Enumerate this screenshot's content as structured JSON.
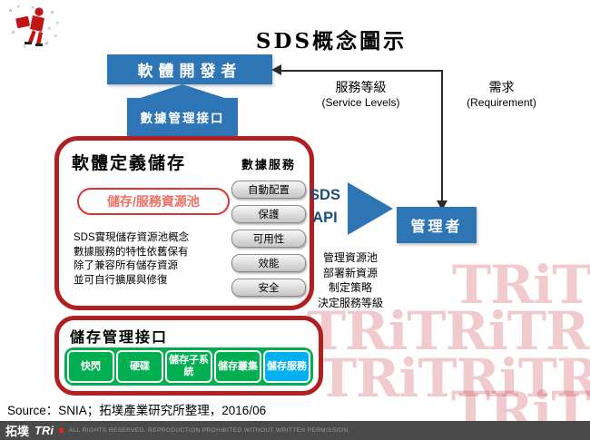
{
  "title": "SDS概念圖示",
  "nodes": {
    "developer": "軟體開發者",
    "manager": "管理者",
    "data_mgmt_interface": "數據管理接口",
    "sds_api": {
      "line1": "SDS",
      "line2": "API"
    }
  },
  "connectors": {
    "service_levels_zh": "服務等級",
    "service_levels_en": "(Service Levels)",
    "requirement_zh": "需求",
    "requirement_en": "(Requirement)"
  },
  "sds_box": {
    "title": "軟體定義儲存",
    "pool_label": "儲存/服務資源池",
    "description_lines": [
      "SDS實現儲存資源池概念",
      "數據服務的特性依舊保有",
      "除了兼容所有儲存資源",
      "並可自行擴展與修復"
    ],
    "data_services_title": "數據服務",
    "service_buttons": [
      "自動配置",
      "保護",
      "可用性",
      "效能",
      "安全"
    ]
  },
  "manager_tasks": [
    "管理資源池",
    "部署新資源",
    "制定策略",
    "決定服務等級"
  ],
  "storage_box": {
    "title": "儲存管理接口",
    "items": [
      {
        "label": "快閃",
        "color": "#00B050"
      },
      {
        "label": "硬碟",
        "color": "#00B050"
      },
      {
        "label": "儲存子系統",
        "color": "#00B050"
      },
      {
        "label": "儲存叢集",
        "color": "#00B050"
      },
      {
        "label": "儲存服務",
        "color": "#00B0F0"
      }
    ]
  },
  "source": "Source：SNIA；拓墣產業研究所整理，2016/06",
  "footer": {
    "logo_zh": "拓墣",
    "logo_tri": "TRi",
    "rights": "ALL RIGHTS RESERVED. REPRODUCTION PROHIBITED WITHOUT WRITTEN PERMISSION."
  },
  "watermark": {
    "rows": [
      "TRiTRi",
      "TRiTRiTRiT",
      "TRiTRiTRiT",
      "TRiTRi"
    ]
  },
  "colors": {
    "node_blue": "#2E75B6",
    "api_text_blue": "#1F4E79",
    "box_border_dark_red": "#B02020",
    "pool_border_red": "#E03030",
    "pool_text_red": "#EC7063",
    "green": "#00B050",
    "cyan": "#00B0F0",
    "footer_bg": "#4A4A4A",
    "watermark_red": "rgba(195,45,55,0.25)"
  }
}
